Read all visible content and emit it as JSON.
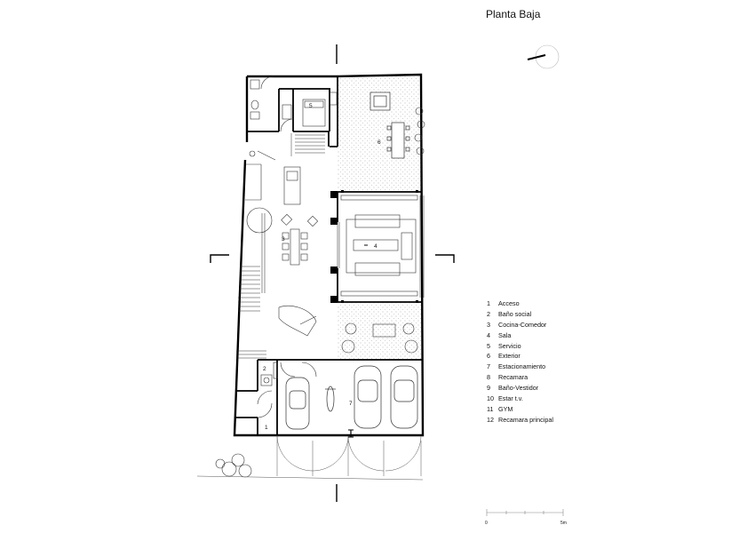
{
  "title": "Planta Baja",
  "legend": [
    {
      "num": "1",
      "label": "Acceso"
    },
    {
      "num": "2",
      "label": "Baño social"
    },
    {
      "num": "3",
      "label": "Cocina-Comedor"
    },
    {
      "num": "4",
      "label": "Sala"
    },
    {
      "num": "5",
      "label": "Servicio"
    },
    {
      "num": "6",
      "label": "Exterior"
    },
    {
      "num": "7",
      "label": "Estacionamiento"
    },
    {
      "num": "8",
      "label": "Recamara"
    },
    {
      "num": "9",
      "label": "Baño-Vestidor"
    },
    {
      "num": "10",
      "label": "Estar t.v."
    },
    {
      "num": "11",
      "label": "GYM"
    },
    {
      "num": "12",
      "label": "Recamara principal"
    }
  ],
  "room_labels": {
    "r1": "1",
    "r2": "2",
    "r3": "3",
    "r4": "4",
    "r5": "5",
    "r6": "6",
    "r7": "7"
  },
  "scale": {
    "start": "0",
    "end": "5m"
  }
}
